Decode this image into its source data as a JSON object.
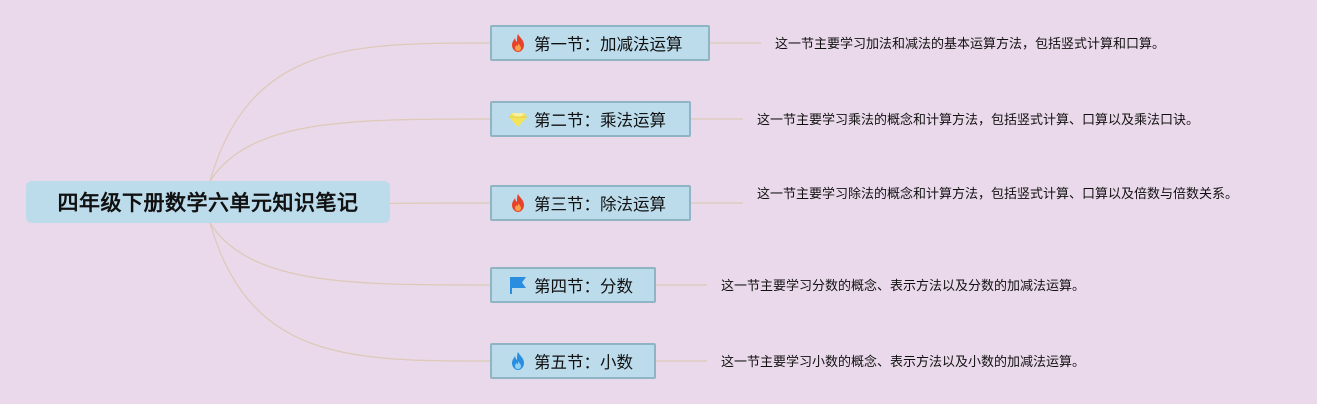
{
  "root": {
    "title": "四年级下册数学六单元知识笔记"
  },
  "topics": [
    {
      "label": "第一节：加减法运算",
      "icon": "fire-icon",
      "icon_color": "#e8402a",
      "note": "这一节主要学习加法和减法的基本运算方法，包括竖式计算和口算。"
    },
    {
      "label": "第二节：乘法运算",
      "icon": "diamond-icon",
      "icon_color": "#f2e35a",
      "note": "这一节主要学习乘法的概念和计算方法，包括竖式计算、口算以及乘法口诀。"
    },
    {
      "label": "第三节：除法运算",
      "icon": "fire-icon",
      "icon_color": "#e8402a",
      "note": "这一节主要学习除法的概念和计算方法，包括竖式计算、口算以及倍数与倍数关系。"
    },
    {
      "label": "第四节：分数",
      "icon": "flag-icon",
      "icon_color": "#2a8ee0",
      "note": "这一节主要学习分数的概念、表示方法以及分数的加减法运算。"
    },
    {
      "label": "第五节：小数",
      "icon": "flame-icon",
      "icon_color": "#2a8ee0",
      "note": "这一节主要学习小数的概念、表示方法以及小数的加减法运算。"
    }
  ],
  "colors": {
    "background": "#ead9ea",
    "node": "#bcdcec",
    "node_border": "#8fb4c4",
    "connector": "#dcc9b8"
  }
}
